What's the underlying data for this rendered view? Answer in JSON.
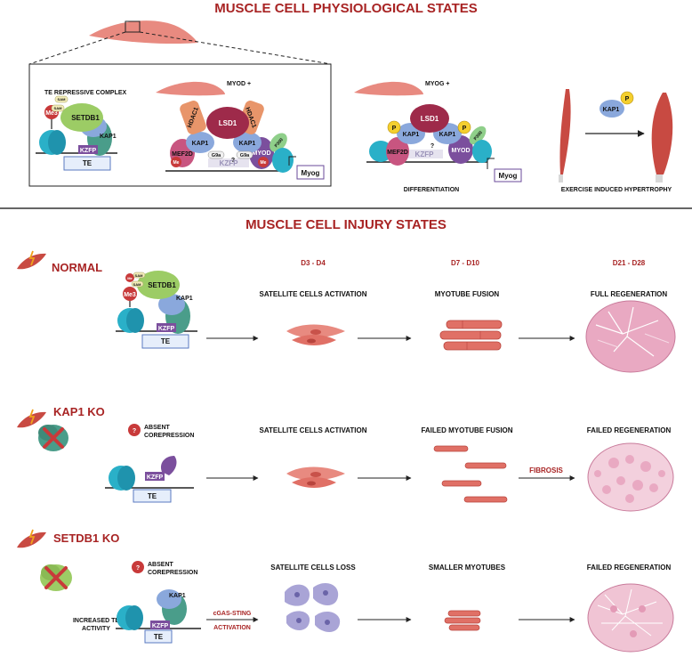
{
  "physio": {
    "title": "MUSCLE CELL PHYSIOLOGICAL STATES",
    "te_complex": "TE REPRESSIVE COMPLEX",
    "myod_plus": "MYOD +",
    "myog_plus": "MYOG +",
    "differentiation": "DIFFERENTIATION",
    "hypertrophy": "EXERCISE INDUCED HYPERTROPHY"
  },
  "proteins": {
    "setdb1": "SETDB1",
    "kap1": "KAP1",
    "kzfp": "KZFP",
    "te": "TE",
    "me3": "Me3",
    "me": "Me",
    "sam": "SAM",
    "lsd1": "LSD1",
    "hdac1": "HDAC1",
    "mef2d": "MEF2D",
    "myod": "MYOD",
    "g9a": "G9a",
    "p300": "P300",
    "myog": "Myog",
    "p": "P",
    "q": "?"
  },
  "injury": {
    "title": "MUSCLE CELL INJURY STATES",
    "times": [
      "D3 - D4",
      "D7 - D10",
      "D21 - D28"
    ],
    "absent_line1": "ABSENT",
    "absent_line2": "COREPRESSION",
    "rows": {
      "normal": {
        "label": "NORMAL",
        "stage1": "SATELLITE CELLS ACTIVATION",
        "stage2": "MYOTUBE FUSION",
        "stage3": "FULL REGENERATION"
      },
      "kap1ko": {
        "label": "KAP1 KO",
        "stage1": "SATELLITE CELLS ACTIVATION",
        "stage2": "FAILED MYOTUBE FUSION",
        "arrow_label": "FIBROSIS",
        "stage3": "FAILED REGENERATION"
      },
      "setdb1ko": {
        "label": "SETDB1 KO",
        "increased_line1": "INCREASED TE",
        "increased_line2": "ACTIVITY",
        "cgas_line1": "cGAS-STING",
        "cgas_line2": "ACTIVATION",
        "stage1": "SATELLITE CELLS LOSS",
        "stage2": "SMALLER MYOTUBES",
        "stage3": "FAILED REGENERATION"
      }
    }
  },
  "colors": {
    "title_red": "#a82424",
    "setdb1": "#9ccc65",
    "kap1": "#8aa8dc",
    "kzfp": "#7b4f9d",
    "dna": "#2ab0c8",
    "lsd1": "#9e2a4a",
    "hdac1": "#e8956a",
    "mef2d": "#c85580",
    "muscle_pink": "#e88a80",
    "tissue": "#e9a9c2",
    "loss_cell": "#a9a4d6",
    "p_yellow": "#f4cf2e",
    "me_red": "#c83a3a"
  }
}
